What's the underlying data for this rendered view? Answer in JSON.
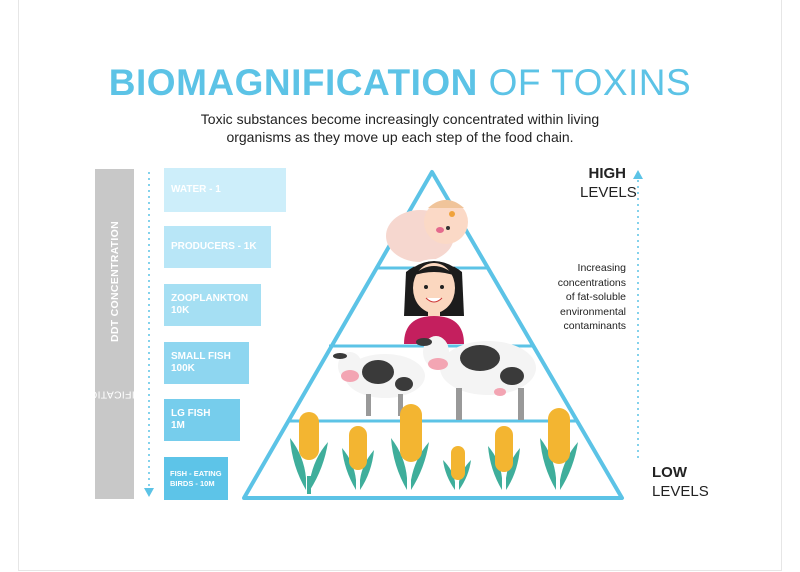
{
  "title": {
    "bold": "BIOMAGNIFICATION",
    "rest": "OF TOXINS"
  },
  "subtitle": "Toxic substances become increasingly concentrated within living organisms as they move up each step of the food chain.",
  "axis_label": {
    "prefix": "MAGNIFICATION OF ",
    "bold": "DDT CONCENTRATION"
  },
  "levels": [
    {
      "name": "WATER - 1",
      "color": "#cdeefa"
    },
    {
      "name": "PRODUCERS - 1K",
      "color": "#b8e6f7"
    },
    {
      "name_line1": "ZOOPLANKTON",
      "name_line2": "10K",
      "color": "#a5dff3"
    },
    {
      "name_line1": "SMALL FISH",
      "name_line2": "100K",
      "color": "#8ed6f0"
    },
    {
      "name_line1": "LG FISH",
      "name_line2": "1M",
      "color": "#76cdec"
    },
    {
      "name_line1": "FISH - EATING",
      "name_line2": "BIRDS - 10M",
      "color": "#5dc4e8"
    }
  ],
  "high": {
    "bold": "HIGH",
    "rest": "LEVELS"
  },
  "low": {
    "bold": "LOW",
    "rest": "LEVELS"
  },
  "note": [
    "Increasing",
    "concentrations",
    "of fat-soluble",
    "environmental",
    "contaminants"
  ],
  "colors": {
    "accent": "#5cc3e6",
    "bar": "#c8c8c8",
    "corn": "#f3b531",
    "leaf": "#3fae9b",
    "shirt": "#c41f5e"
  }
}
